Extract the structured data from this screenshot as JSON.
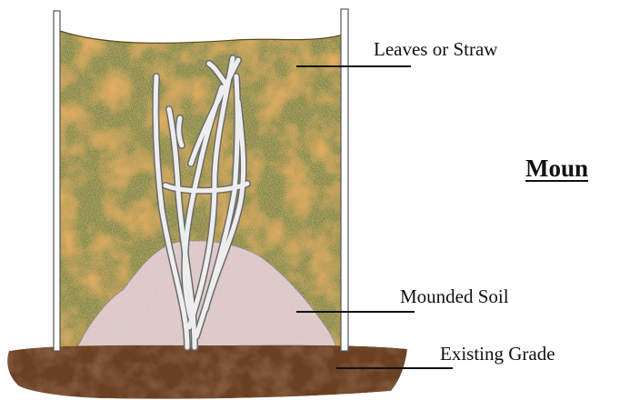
{
  "title": "Moun",
  "labels": {
    "leaves": "Leaves or Straw",
    "soil": "Mounded Soil",
    "grade": "Existing Grade"
  },
  "colors": {
    "mulch_base": "#8f7f3b",
    "mulch_orange": "#bf6a1a",
    "mulch_green": "#6f8f40",
    "soil": "#ddc8c8",
    "grade": "#6a3f22",
    "stems": "#eeeeee",
    "stem_outline": "#6b6b6b"
  },
  "icons": {
    "plant": "rose-canes-icon"
  }
}
